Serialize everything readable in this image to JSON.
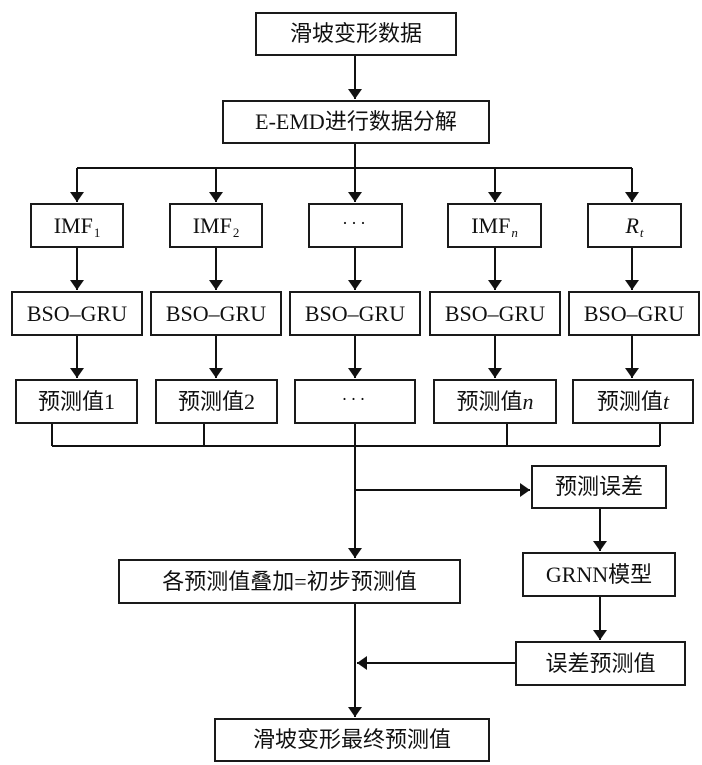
{
  "diagram": {
    "type": "flowchart",
    "nodes": {
      "input": {
        "label": "滑坡变形数据"
      },
      "decompose": {
        "label": "E-EMD进行数据分解"
      },
      "components": [
        {
          "base": "IMF",
          "sub": "1",
          "sub_italic": false
        },
        {
          "base": "IMF",
          "sub": "2",
          "sub_italic": false
        },
        {
          "ellipsis": "···"
        },
        {
          "base": "IMF",
          "sub": "n",
          "sub_italic": true
        },
        {
          "base": "R",
          "sub": "t",
          "base_italic": true,
          "sub_italic": true
        }
      ],
      "models": [
        "BSO–GRU",
        "BSO–GRU",
        "BSO–GRU",
        "BSO–GRU",
        "BSO–GRU"
      ],
      "predictions": [
        {
          "text": "预测值",
          "suffix": "1",
          "suffix_italic": false
        },
        {
          "text": "预测值",
          "suffix": "2",
          "suffix_italic": false
        },
        {
          "text": "···",
          "suffix": "",
          "suffix_italic": false
        },
        {
          "text": "预测值",
          "suffix": "n",
          "suffix_italic": true
        },
        {
          "text": "预测值",
          "suffix": "t",
          "suffix_italic": true
        }
      ],
      "prediction_error": {
        "label": "预测误差"
      },
      "superposition": {
        "label": "各预测值叠加=初步预测值"
      },
      "grnn": {
        "label": "GRNN模型"
      },
      "error_prediction": {
        "label": "误差预测值"
      },
      "final": {
        "label": "滑坡变形最终预测值"
      }
    },
    "edges": [
      [
        "滑坡变形数据",
        "E-EMD进行数据分解"
      ],
      [
        "E-EMD进行数据分解",
        "IMF1"
      ],
      [
        "E-EMD进行数据分解",
        "IMF2"
      ],
      [
        "E-EMD进行数据分解",
        "···"
      ],
      [
        "E-EMD进行数据分解",
        "IMFn"
      ],
      [
        "E-EMD进行数据分解",
        "Rt"
      ],
      [
        "IMF1",
        "BSO–GRU"
      ],
      [
        "IMF2",
        "BSO–GRU"
      ],
      [
        "···",
        "BSO–GRU"
      ],
      [
        "IMFn",
        "BSO–GRU"
      ],
      [
        "Rt",
        "BSO–GRU"
      ],
      [
        "BSO–GRU",
        "预测值1"
      ],
      [
        "BSO–GRU",
        "预测值2"
      ],
      [
        "BSO–GRU",
        "···"
      ],
      [
        "BSO–GRU",
        "预测值n"
      ],
      [
        "BSO–GRU",
        "预测值t"
      ],
      [
        "merged predictions",
        "预测误差"
      ],
      [
        "merged predictions",
        "各预测值叠加=初步预测值"
      ],
      [
        "预测误差",
        "GRNN模型"
      ],
      [
        "GRNN模型",
        "误差预测值"
      ],
      [
        "误差预测值",
        "滑坡变形最终预测值"
      ],
      [
        "各预测值叠加=初步预测值",
        "滑坡变形最终预测值"
      ]
    ]
  }
}
